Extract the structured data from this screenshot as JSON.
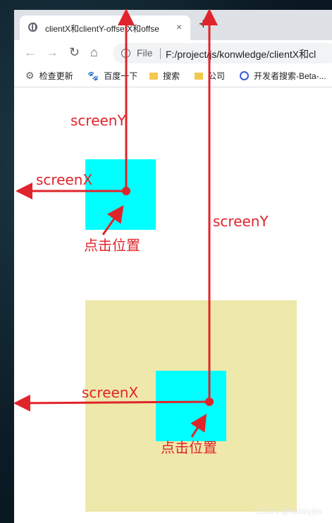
{
  "browser": {
    "tab_title": "clientX和clientY-offsetX和offse",
    "tab_close": "×",
    "new_tab": "+",
    "nav": {
      "back": "←",
      "forward": "→",
      "reload": "↻",
      "home": "⌂"
    },
    "omnibox": {
      "info": "i",
      "scheme": "File",
      "url": "F:/project/js/konwledge/clientX和cl"
    }
  },
  "bookmarks": [
    {
      "label": "检查更新",
      "icon": "gear-icon"
    },
    {
      "label": "百度一下",
      "icon": "baidu-paw-icon"
    },
    {
      "label": "搜索",
      "icon": "folder-icon"
    },
    {
      "label": "公司",
      "icon": "folder-icon"
    },
    {
      "label": "开发者搜索-Beta-...",
      "icon": "search-badge-icon"
    }
  ],
  "annotations": {
    "screenY_top": "screenY",
    "screenX_top": "screenX",
    "click_top": "点击位置",
    "screenY_right": "screenY",
    "screenX_bottom": "screenX",
    "click_bottom": "点击位置"
  },
  "colors": {
    "annotation": "#e0242b",
    "cyan_box": "#00ffff",
    "khaki_box": "#eee8aa"
  },
  "watermark": "CSDN @ludaiyijia"
}
